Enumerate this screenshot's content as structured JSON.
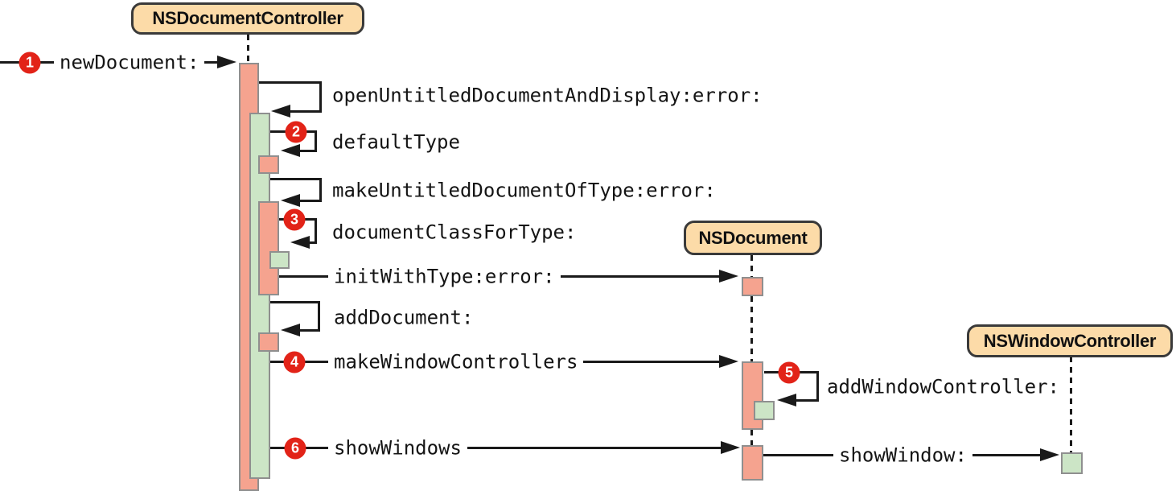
{
  "diagram": {
    "type": "uml-sequence",
    "description": "Sequence of messages sent when a new document is created in the Cocoa document architecture"
  },
  "actors": [
    {
      "name": "NSDocumentController"
    },
    {
      "name": "NSDocument"
    },
    {
      "name": "NSWindowController"
    }
  ],
  "messages": [
    {
      "step": "1",
      "label": "newDocument:",
      "from": "offscreen-left",
      "to": "NSDocumentController",
      "kind": "call"
    },
    {
      "label": "openUntitledDocumentAndDisplay:error:",
      "from": "NSDocumentController",
      "to": "NSDocumentController",
      "kind": "self-call"
    },
    {
      "step": "2",
      "label": "defaultType",
      "from": "NSDocumentController",
      "to": "NSDocumentController",
      "kind": "self-call"
    },
    {
      "label": "makeUntitledDocumentOfType:error:",
      "from": "NSDocumentController",
      "to": "NSDocumentController",
      "kind": "self-call"
    },
    {
      "step": "3",
      "label": "documentClassForType:",
      "from": "NSDocumentController",
      "to": "NSDocumentController",
      "kind": "self-call"
    },
    {
      "label": "initWithType:error:",
      "from": "NSDocumentController",
      "to": "NSDocument",
      "kind": "call"
    },
    {
      "label": "addDocument:",
      "from": "NSDocumentController",
      "to": "NSDocumentController",
      "kind": "self-call"
    },
    {
      "step": "4",
      "label": "makeWindowControllers",
      "from": "NSDocumentController",
      "to": "NSDocument",
      "kind": "call"
    },
    {
      "step": "5",
      "label": "addWindowController:",
      "from": "NSDocument",
      "to": "NSDocument",
      "kind": "self-call"
    },
    {
      "step": "6",
      "label": "showWindows",
      "from": "NSDocumentController",
      "to": "NSDocument",
      "kind": "call"
    },
    {
      "label": "showWindow:",
      "from": "NSDocument",
      "to": "NSWindowController",
      "kind": "call"
    }
  ],
  "colors": {
    "actor_box_fill": "#FCDBA8",
    "actor_box_border": "#3A3A3A",
    "activation_salmon": "#F5A38F",
    "activation_green": "#CCE5C6",
    "activation_border": "#8F8F8F",
    "badge_red": "#E22318",
    "line": "#1A1A1A",
    "background": "#FFFFFF"
  }
}
